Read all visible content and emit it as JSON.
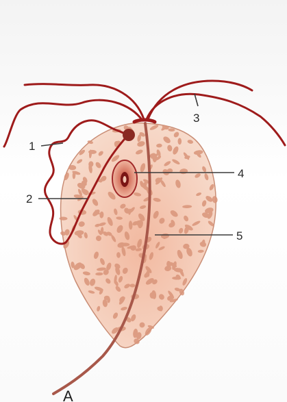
{
  "diagram": {
    "callouts": [
      {
        "id": "1",
        "label": "1"
      },
      {
        "id": "2",
        "label": "2"
      },
      {
        "id": "3",
        "label": "3"
      },
      {
        "id": "4",
        "label": "4"
      },
      {
        "id": "5",
        "label": "5"
      }
    ],
    "panel_label": "A",
    "colors": {
      "body_fill": "#f4cdb8",
      "body_outline": "#c98d75",
      "granule": "#d9957a",
      "flagella": "#9e1b1b",
      "axostyle": "#a8584a",
      "nucleus_outer": "#e6a58c",
      "nucleus_inner": "#a22a2a",
      "leader_line": "#3a3a3a"
    }
  }
}
